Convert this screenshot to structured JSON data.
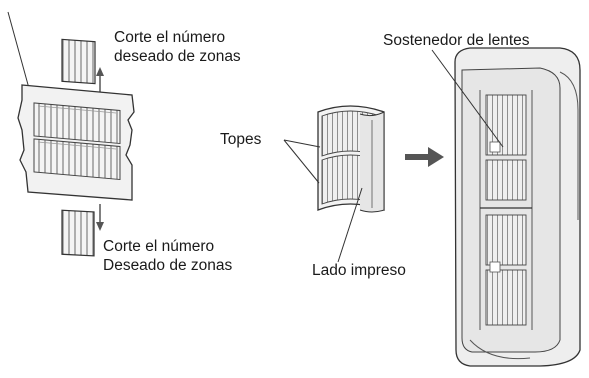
{
  "labels": {
    "cut_zones_top_line1": "Corte el número",
    "cut_zones_top_line2": "deseado de zonas",
    "cut_zones_bottom_line1": "Corte el número",
    "cut_zones_bottom_line2": "Deseado de zonas",
    "stoppers": "Topes",
    "printed_side": "Lado impreso",
    "lens_holder": "Sostenedor de lentes"
  },
  "colors": {
    "ink": "#1a1a1a",
    "line": "#333333",
    "panel_fill": "#f2f2f2",
    "segment_fill": "#dcdcdc",
    "housing_fill": "#eeeeee",
    "arrow": "#555555"
  }
}
